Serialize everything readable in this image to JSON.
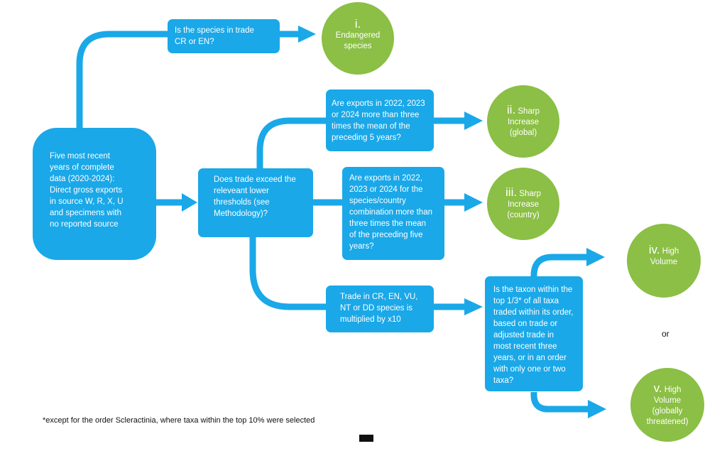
{
  "boxes": {
    "start": "Five most recent\nyears of complete\ndata (2020-2024):\nDirect gross exports\nin source W, R, X, U\nand specimens with\nno reported source",
    "q_cr_en": "Is the species in trade\nCR or EN?",
    "q_threshold": "Does trade exceed the\nreleveant lower\nthresholds (see\nMethodology)?",
    "q_global": "Are exports in 2022, 2023\nor 2024 more than three\ntimes the mean of the\npreceding 5 years?",
    "q_country": "Are exports in 2022,\n2023 or 2024 for the\nspecies/country\ncombination more than\nthree times the mean\nof the preceding five\nyears?",
    "multiplier": "Trade in CR, EN, VU,\nNT or DD species is\nmultiplied by x10",
    "q_volume": "Is the taxon within the\ntop 1/3* of all taxa\ntraded within its order,\nbased on trade or\nadjusted trade in\nmost recent three\nyears, or in an order\nwith only one or two\ntaxa?"
  },
  "outcomes": {
    "i": {
      "numeral": "i.",
      "label": "Endangered\nspecies"
    },
    "ii": {
      "numeral": "ii.",
      "first": "Sharp",
      "rest": "Increase\n(global)"
    },
    "iii": {
      "numeral": "iii.",
      "first": "Sharp",
      "rest": "Increase\n(country)"
    },
    "iv": {
      "numeral": "iv.",
      "first": "High",
      "rest": "Volume"
    },
    "v": {
      "numeral": "v.",
      "first": "High",
      "rest": "Volume\n(globally\nthreatened)"
    }
  },
  "or_label": "or",
  "footnote": "*except for the order Scleractinia, where taxa within the top 10% were selected",
  "colors": {
    "box": "#1aa8e8",
    "outcome": "#8bbf45",
    "connector": "#1aa8e8"
  }
}
